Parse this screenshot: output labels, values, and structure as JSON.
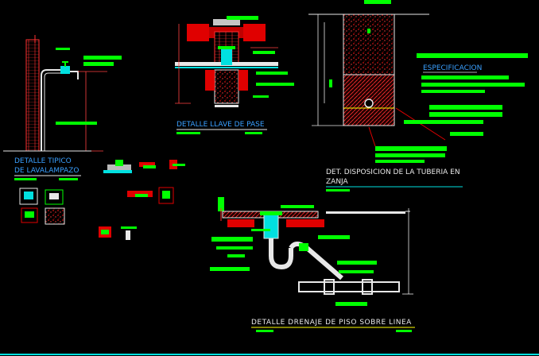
{
  "labels": {
    "lavalampazo_line1": "DETALLE TIPICO",
    "lavalampazo_line2": "DE LAVALAMPAZO",
    "llave_pase": "DETALLE LLAVE DE PASE",
    "especificacion": "ESPECIFICACION",
    "zanja_line1": "DET. DISPOSICION DE LA TUBERIA EN",
    "zanja_line2": "ZANJA",
    "drenaje": "DETALLE  DRENAJE DE PISO SOBRE LINEA"
  },
  "colors": {
    "background": "#000000",
    "label_green": "#00ff00",
    "title_text": "#3aa0ff",
    "structure_red": "#e00000",
    "wall_lines": "#ff3030",
    "dim_lines": "#ff4040",
    "pipe_white": "#e8e8e8",
    "cyan": "#00e0e0",
    "yellow": "#ffff00",
    "gravel_red": "#b00000"
  }
}
